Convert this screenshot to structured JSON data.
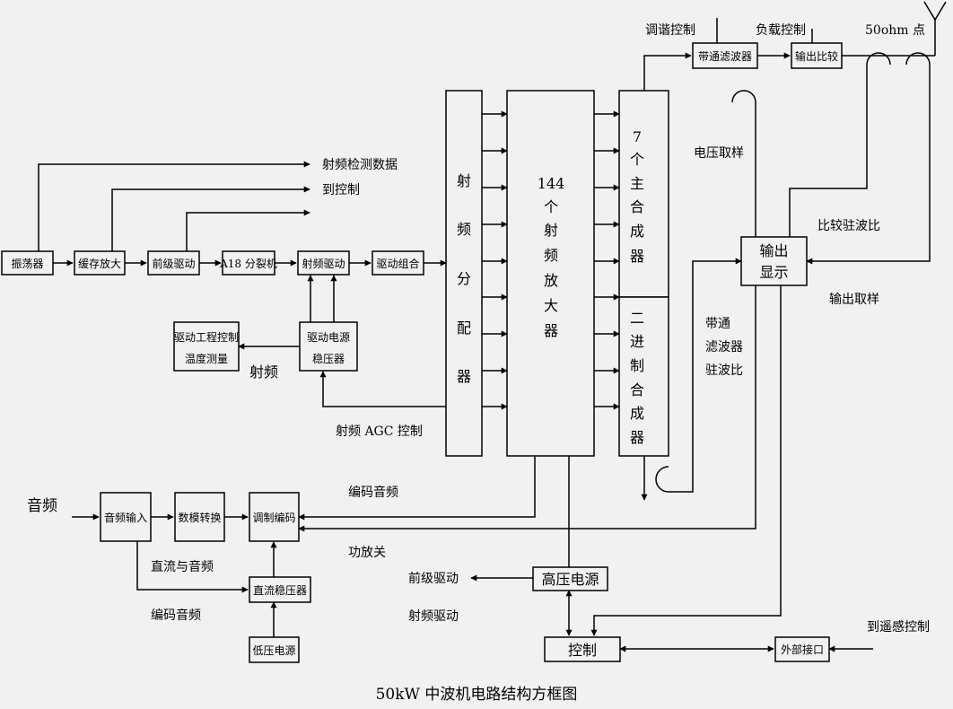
{
  "title": "50kW 中波机电路结构方框图",
  "blocks": {
    "oscillator": "振荡器",
    "buffer_amp": "缓存放大",
    "pre_driver": "前级驱动",
    "a18_splitter": "A18 分裂机",
    "rf_driver": "射频驱动",
    "driver_combiner": "驱动组合",
    "driver_eng_ctrl_1": "驱动工程控制",
    "driver_eng_ctrl_2": "温度测量",
    "driver_psu_1": "驱动电源",
    "driver_psu_2": "稳压器",
    "rf_splitter": [
      "射",
      "频",
      "分",
      "配",
      "器"
    ],
    "rf_amps": [
      "144",
      "个",
      "射",
      "频",
      "放",
      "大",
      "器"
    ],
    "main_combiner": [
      "7",
      "个",
      "主",
      "合",
      "成",
      "器"
    ],
    "binary_combiner": [
      "二",
      "进",
      "制",
      "合",
      "成",
      "器"
    ],
    "bandpass_filter": "带通滤波器",
    "output_compare": "输出比较",
    "output_display_1": "输出",
    "output_display_2": "显示",
    "audio_input": "音频输入",
    "dac": "数模转换",
    "mod_encoder": "调制编码",
    "dc_regulator": "直流稳压器",
    "low_voltage_psu": "低压电源",
    "hv_psu": "高压电源",
    "control": "控制",
    "external_interface": "外部接口"
  },
  "labels": {
    "rf_detect_data": "射频检测数据",
    "to_control": "到控制",
    "rf_small": "射频",
    "rf_agc": "射频 AGC 控制",
    "tuning_control": "调谐控制",
    "load_control": "负载控制",
    "ohm_point": "50ohm 点",
    "voltage_sample": "电压取样",
    "compare_vswr": "比较驻波比",
    "output_sample": "输出取样",
    "bp_vswr": [
      "带通",
      "滤波器",
      "驻波比"
    ],
    "audio": "音频",
    "encoded_audio_top": "编码音频",
    "pa_switch": "功放关",
    "dc_audio": "直流与音频",
    "encoded_audio_bottom": "编码音频",
    "pre_drive_out": "前级驱动",
    "rf_drive_out": "射频驱动",
    "to_remote": "到遥感控制"
  }
}
